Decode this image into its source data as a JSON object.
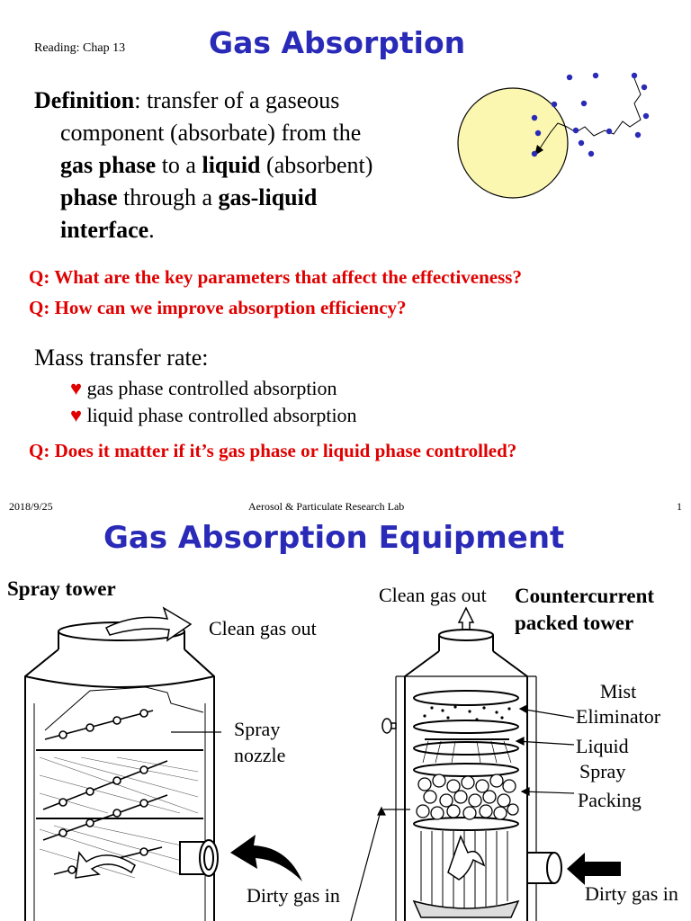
{
  "slide1": {
    "reading": "Reading: Chap 13",
    "title": "Gas Absorption",
    "definition": {
      "term": "Definition",
      "p1": ": transfer of a gaseous",
      "line2": "component (absorbate) from the",
      "b_gas_phase": "gas phase",
      "to_a": " to a ",
      "b_liquid": "liquid",
      "absorbent": " (absorbent)",
      "b_phase": "phase",
      "through": " through a ",
      "b_gas_liquid": "gas-liquid",
      "b_interface": "interface",
      "period": "."
    },
    "questions": [
      "Q: What are the key parameters that affect the effectiveness?",
      "Q: How can we improve absorption efficiency?"
    ],
    "mass_transfer": {
      "heading": "Mass transfer rate:",
      "bullet_symbol": "♥",
      "items": [
        "gas phase controlled absorption",
        "liquid phase controlled absorption"
      ]
    },
    "question3": "Q: Does it matter if it’s gas phase or liquid phase controlled?",
    "footer": {
      "date": "2018/9/25",
      "lab": "Aerosol & Particulate Research Lab",
      "page": "1"
    },
    "colors": {
      "title": "#2a2ab8",
      "question": "#e00000",
      "droplet": "#fbf6b0",
      "molecule": "#2a2ab8"
    }
  },
  "slide2": {
    "title": "Gas Absorption Equipment",
    "spray_tower": {
      "label": "Spray tower",
      "clean_gas_out": "Clean gas out",
      "spray_nozzle_1": "Spray",
      "spray_nozzle_2": "nozzle",
      "dirty_gas_in": "Dirty gas in"
    },
    "packed_tower": {
      "label_1": "Countercurrent",
      "label_2": "packed tower",
      "clean_gas_out": "Clean gas out",
      "mist_1": "Mist",
      "mist_2": "Eliminator",
      "liquid_1": "Liquid",
      "liquid_2": "Spray",
      "packing": "Packing",
      "dirty_gas_in": "Dirty gas in"
    }
  }
}
